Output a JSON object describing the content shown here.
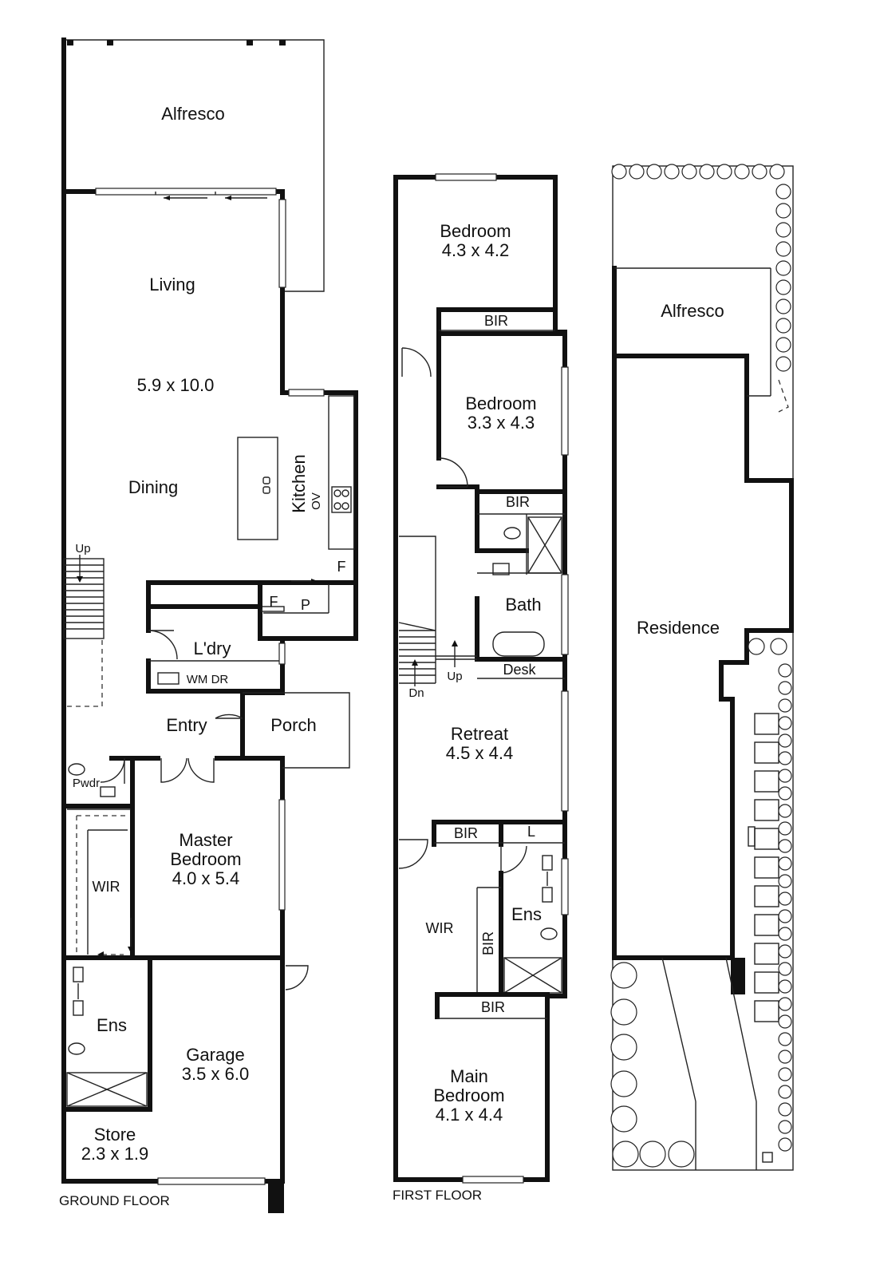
{
  "ground_floor": {
    "caption": "GROUND FLOOR",
    "alfresco": "Alfresco",
    "living": "Living",
    "living_size": "5.9 x 10.0",
    "dining": "Dining",
    "kitchen": "Kitchen",
    "ov": "OV",
    "fridge": "F",
    "pantry_f": "F",
    "pantry_p": "P",
    "up": "Up",
    "laundry": "L'dry",
    "wm_dr": "WM DR",
    "entry": "Entry",
    "porch": "Porch",
    "powder": "Pwdr",
    "master_bedroom_1": "Master",
    "master_bedroom_2": "Bedroom",
    "master_size": "4.0 x 5.4",
    "wir": "WIR",
    "ensuite": "Ens",
    "garage": "Garage",
    "garage_size": "3.5 x 6.0",
    "store": "Store",
    "store_size": "2.3 x 1.9"
  },
  "first_floor": {
    "caption": "FIRST FLOOR",
    "bedroom1": "Bedroom",
    "bedroom1_size": "4.3 x 4.2",
    "bir1": "BIR",
    "bedroom2": "Bedroom",
    "bedroom2_size": "3.3 x 4.3",
    "bir2": "BIR",
    "bath": "Bath",
    "desk": "Desk",
    "up": "Up",
    "dn": "Dn",
    "retreat": "Retreat",
    "retreat_size": "4.5 x 4.4",
    "bir3": "BIR",
    "linen": "L",
    "wir": "WIR",
    "bir4": "BIR",
    "ensuite": "Ens",
    "bir5": "BIR",
    "main_bedroom_1": "Main",
    "main_bedroom_2": "Bedroom",
    "main_size": "4.1 x 4.4"
  },
  "site_plan": {
    "alfresco": "Alfresco",
    "residence": "Residence"
  }
}
